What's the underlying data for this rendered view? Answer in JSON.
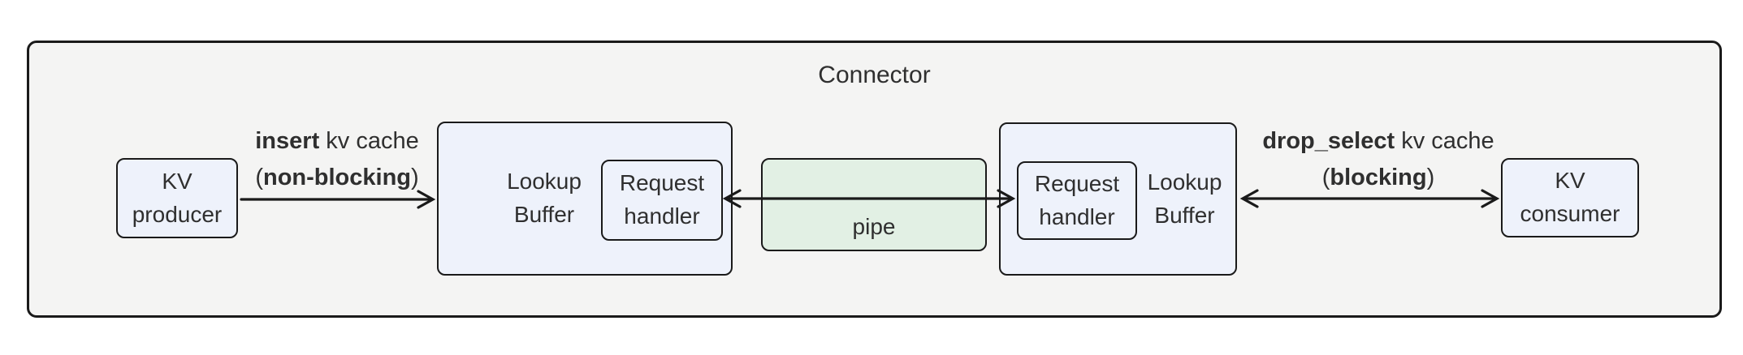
{
  "title": "Connector",
  "colors": {
    "container_fill": "#f4f4f3",
    "node_fill": "#eef2fb",
    "pipe_fill": "#e2f0e4",
    "border": "#1a1a1a",
    "text": "#2f2f2f"
  },
  "nodes": {
    "kv_producer": {
      "line1": "KV",
      "line2": "producer"
    },
    "left_lookup_buffer": {
      "line1": "Lookup",
      "line2": "Buffer"
    },
    "left_request_handler": {
      "line1": "Request",
      "line2": "handler"
    },
    "pipe": {
      "label": "pipe"
    },
    "right_request_handler": {
      "line1": "Request",
      "line2": "handler"
    },
    "right_lookup_buffer": {
      "line1": "Lookup",
      "line2": "Buffer"
    },
    "kv_consumer": {
      "line1": "KV",
      "line2": "consumer"
    }
  },
  "edges": {
    "insert": {
      "line1_bold": "insert",
      "line1_rest": " kv cache",
      "line2_pre": "(",
      "line2_bold": "non-blocking",
      "line2_post": ")"
    },
    "drop_select": {
      "line1_bold": "drop_select",
      "line1_rest": " kv cache",
      "line2_pre": "(",
      "line2_bold": "blocking",
      "line2_post": ")"
    }
  }
}
